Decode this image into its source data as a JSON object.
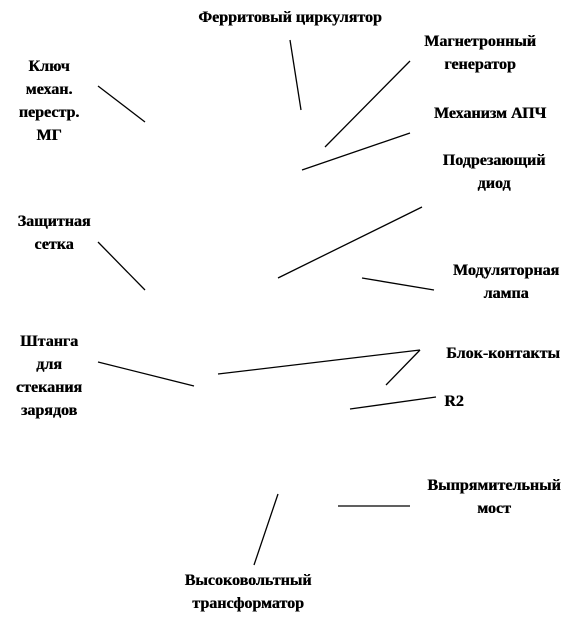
{
  "labels": {
    "ferrite_circulator": [
      "Ферритовый циркулятор"
    ],
    "magnetron_generator": [
      "Магнетронный",
      "генератор"
    ],
    "afc_mechanism": [
      "Механизм АПЧ"
    ],
    "trimming_diode": [
      "Подрезающий",
      "диод"
    ],
    "modulator_tube": [
      "Модуляторная",
      "лампа"
    ],
    "block_contacts": [
      "Блок-контакты"
    ],
    "r2": [
      "R2"
    ],
    "rectifier_bridge": [
      "Выпрямительный",
      "мост"
    ],
    "hv_transformer": [
      "Высоковольтный",
      "трансформатор"
    ],
    "mg_tuning_key": [
      "Ключ",
      "механ.",
      "перестр.",
      "МГ"
    ],
    "protective_grid": [
      "Защитная",
      "сетка"
    ],
    "discharge_rod": [
      "Штанга",
      "для",
      "стекания",
      "зарядов"
    ]
  },
  "colors": {
    "ink": "#000000",
    "background": "#ffffff"
  }
}
